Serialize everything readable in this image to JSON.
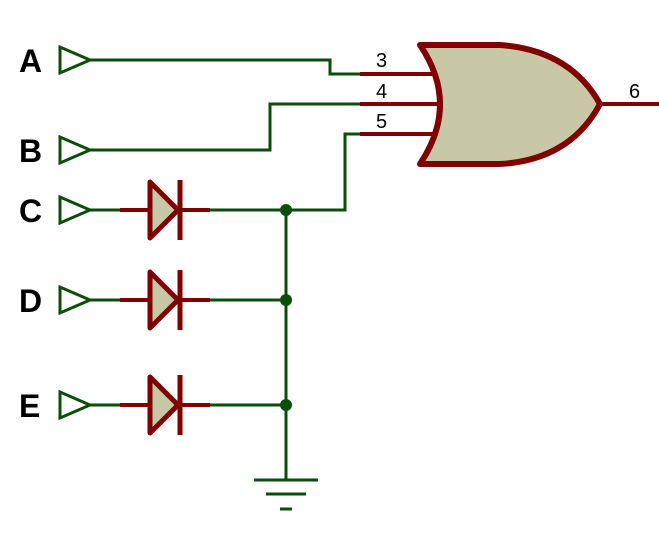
{
  "colors": {
    "wire": "#0b4d0b",
    "component": "#800000",
    "fill": "#c8c7a6",
    "junction": "#0b4d0b",
    "background": "#ffffff"
  },
  "inputs": [
    {
      "label": "A"
    },
    {
      "label": "B"
    },
    {
      "label": "C"
    },
    {
      "label": "D"
    },
    {
      "label": "E"
    }
  ],
  "gate": {
    "type": "OR",
    "pins": {
      "in1": "3",
      "in2": "4",
      "in3": "5",
      "out": "6"
    }
  },
  "diodes": [
    "diode",
    "diode",
    "diode"
  ],
  "ground": {
    "icon": "ground-icon"
  }
}
